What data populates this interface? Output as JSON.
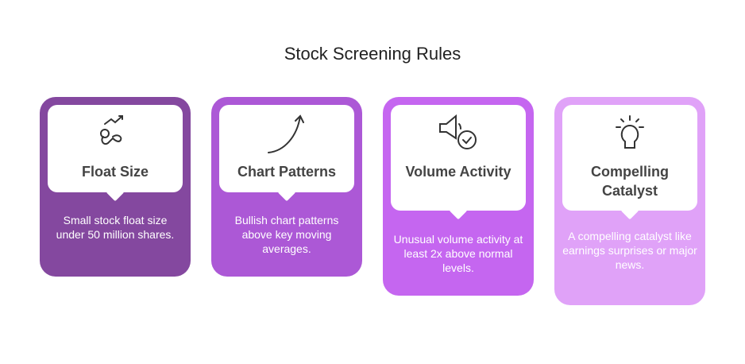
{
  "title": "Stock Screening Rules",
  "cards": [
    {
      "title": "Float Size",
      "description": "Small stock float size under 50 million shares.",
      "icon": "growth-arrow-icon",
      "color": "#84489f"
    },
    {
      "title": "Chart Patterns",
      "description": "Bullish chart patterns above key moving averages.",
      "icon": "curved-arrow-up-icon",
      "color": "#ac58d6"
    },
    {
      "title": "Volume Activity",
      "description": "Unusual volume activity at least 2x above normal levels.",
      "icon": "speaker-check-icon",
      "color": "#c566f0"
    },
    {
      "title": "Compelling Catalyst",
      "description": "A compelling catalyst like earnings surprises or major news.",
      "icon": "lightbulb-icon",
      "color": "#e0a2f8"
    }
  ]
}
